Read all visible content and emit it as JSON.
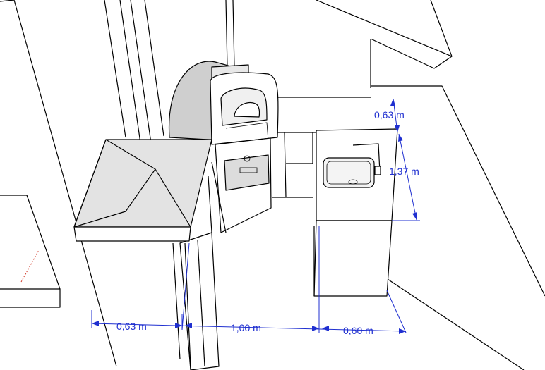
{
  "dimensions": {
    "top_depth": "0,63 m",
    "right_run": "1,37 m",
    "bottom_left_depth": "0,63 m",
    "bottom_middle": "1,00 m",
    "bottom_right_depth": "0,60 m"
  },
  "colors": {
    "dimension": "#1f2fd0",
    "lines": "#000000",
    "oven_shade": "#cfcfcf",
    "hood_shade": "#e3e3e3",
    "floor": "#ffffff",
    "accent_red": "#d23a2a"
  },
  "icons": {
    "arrow": "triangle-arrowhead"
  }
}
